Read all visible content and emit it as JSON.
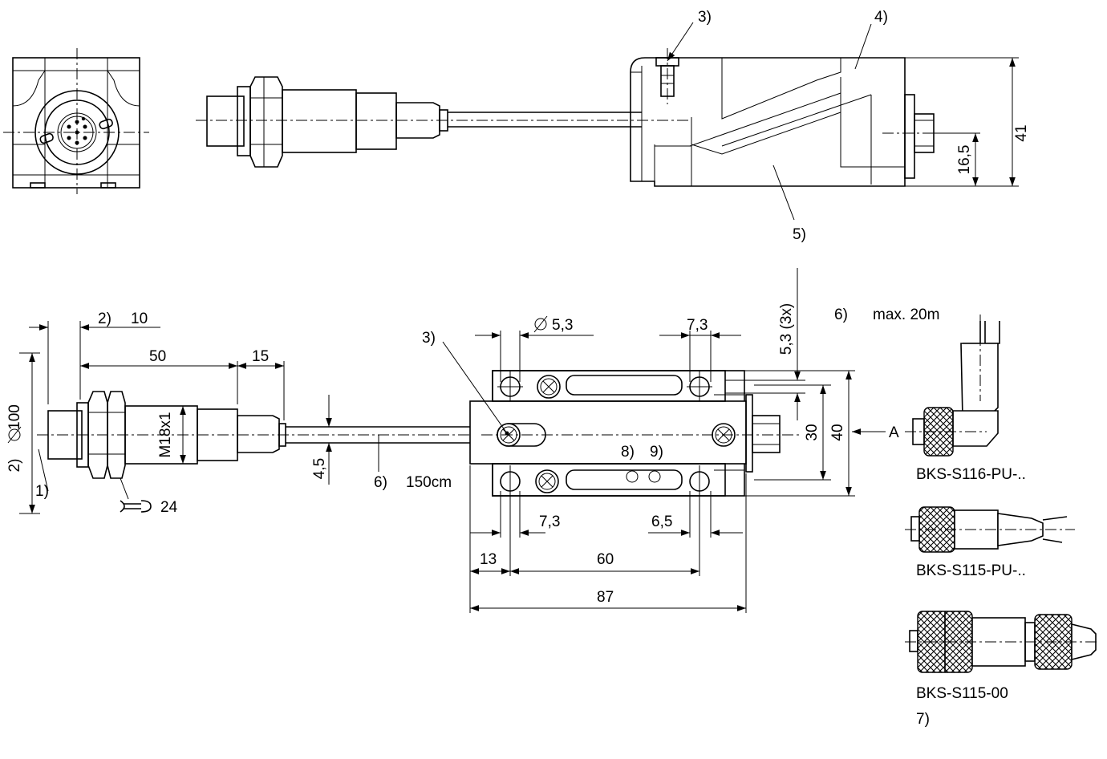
{
  "callouts": {
    "c1": "1)",
    "c2a": "2)",
    "c2b": "2)",
    "c3a": "3)",
    "c3b": "3)",
    "c4": "4)",
    "c5": "5)",
    "c6a": "6)",
    "c6b": "6)",
    "c7": "7)",
    "c8": "8)",
    "c9": "9)"
  },
  "dimensions": {
    "d10": "10",
    "d50": "50",
    "d15": "15",
    "d100": "100",
    "thread": "M18x1",
    "wrench": "24",
    "d45": "4,5",
    "cable_len": "150cm",
    "hole_dia": "5,3",
    "d73_top": "7,3",
    "d53_3x": "5,3 (3x)",
    "d30": "30",
    "d40": "40",
    "view_a": "A",
    "d73_bottom": "7,3",
    "d65": "6,5",
    "d13": "13",
    "d60": "60",
    "d87": "87",
    "d41": "41",
    "d165": "16,5",
    "max_len": "max. 20m"
  },
  "connectors": {
    "c116": "BKS-S116-PU-..",
    "c115pu": "BKS-S115-PU-..",
    "c11500": "BKS-S115-00"
  }
}
